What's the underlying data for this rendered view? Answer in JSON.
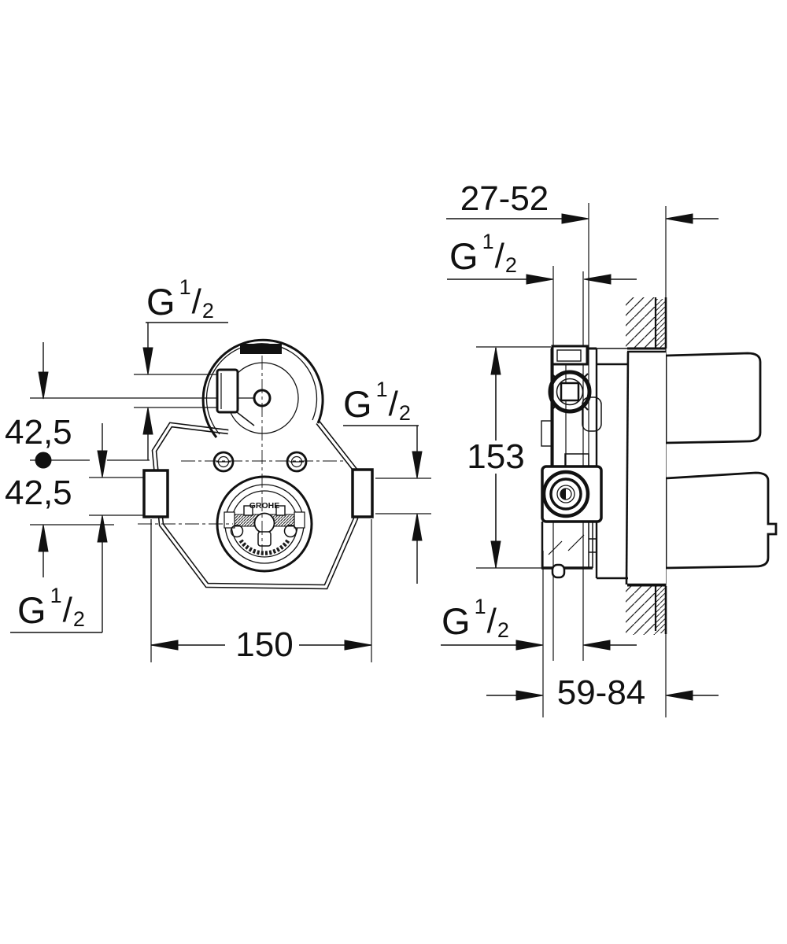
{
  "drawing": {
    "brand_logo": "GROHE",
    "thread_label": {
      "prefix": "G",
      "numerator": "1",
      "slash": "/",
      "denominator": "2"
    },
    "dimensions": {
      "depth_min_max": "27-52",
      "body_height": "153",
      "depth_total_range": "59-84",
      "body_width": "150",
      "offset_upper": "42,5",
      "offset_lower": "42,5"
    }
  }
}
